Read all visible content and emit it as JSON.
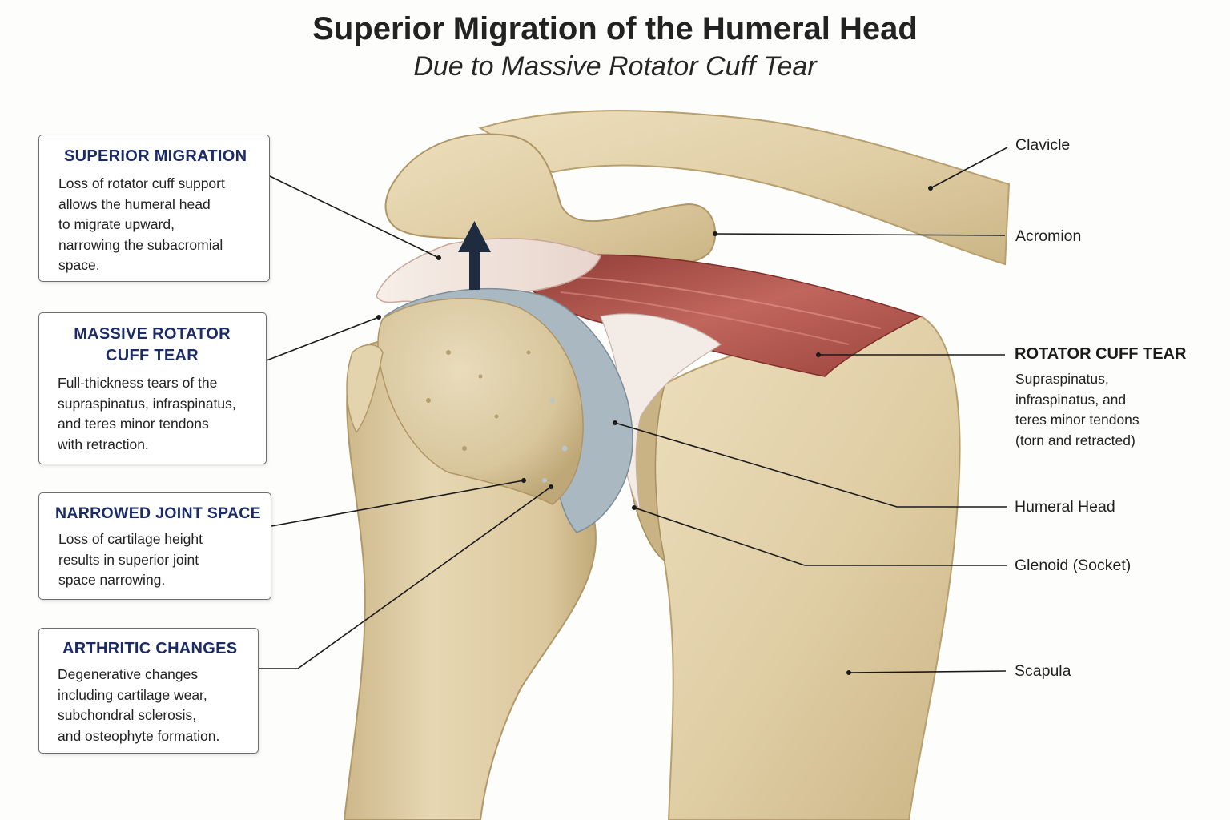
{
  "title": "Superior Migration of the Humeral Head",
  "subtitle": "Due to Massive Rotator Cuff Tear",
  "callouts": [
    {
      "heading_lines": [
        "SUPERIOR MIGRATION"
      ],
      "body_lines": [
        "Loss of rotator cuff support",
        "allows the humeral head",
        "to migrate upward,",
        "narrowing the subacromial",
        "space."
      ]
    },
    {
      "heading_lines": [
        "MASSIVE ROTATOR",
        "CUFF TEAR"
      ],
      "body_lines": [
        "Full-thickness tears of the",
        "supraspinatus, infraspinatus,",
        "and teres minor tendons",
        "with retraction."
      ]
    },
    {
      "heading_lines": [
        "NARROWED JOINT SPACE"
      ],
      "body_lines": [
        "Loss of cartilage height",
        "results in superior joint",
        "space narrowing."
      ]
    },
    {
      "heading_lines": [
        "ARTHRITIC CHANGES"
      ],
      "body_lines": [
        "Degenerative changes",
        "including cartilage wear,",
        "subchondral sclerosis,",
        "and osteophyte formation."
      ]
    }
  ],
  "labels": {
    "clavicle": "Clavicle",
    "acromion": "Acromion",
    "rotator_cuff_tear": "ROTATOR CUFF TEAR",
    "rotator_cuff_desc": [
      "Supraspinatus,",
      "infraspinatus, and",
      "teres minor tendons",
      "(torn and retracted)"
    ],
    "humeral_head": "Humeral Head",
    "glenoid": "Glenoid (Socket)",
    "scapula": "Scapula"
  },
  "colors": {
    "heading": "#1b2b66",
    "bone": "#e3d3ad",
    "bone_shadow": "#c4ad7c",
    "muscle": "#b5574f",
    "tendon": "#f2e8e0",
    "cartilage": "#a9b8c1",
    "arrow": "#1f2c40"
  }
}
